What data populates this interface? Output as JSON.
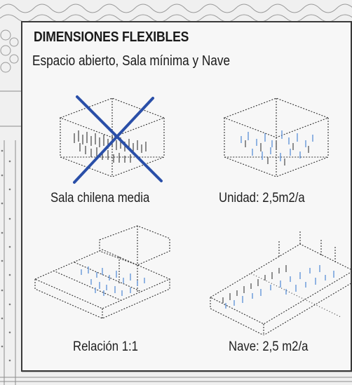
{
  "panel": {
    "title": "DIMENSIONES FLEXIBLES",
    "subtitle": "Espacio abierto, Sala mínima y Nave"
  },
  "diagrams": [
    {
      "caption": "Sala chilena media",
      "icon": "crossed-out-room-icon"
    },
    {
      "caption": "Unidad: 2,5m2/a",
      "icon": "open-room-icon"
    },
    {
      "caption": "Relación 1:1",
      "icon": "partitioned-rooms-icon"
    },
    {
      "caption": "Nave: 2,5 m2/a",
      "icon": "hall-icon"
    }
  ],
  "colors": {
    "cross": "#2a4fa8",
    "people_blue": "#5a8fd8",
    "people_dark": "#4a4a4a",
    "linework": "#333333",
    "panel_border": "#3a3a3a"
  }
}
